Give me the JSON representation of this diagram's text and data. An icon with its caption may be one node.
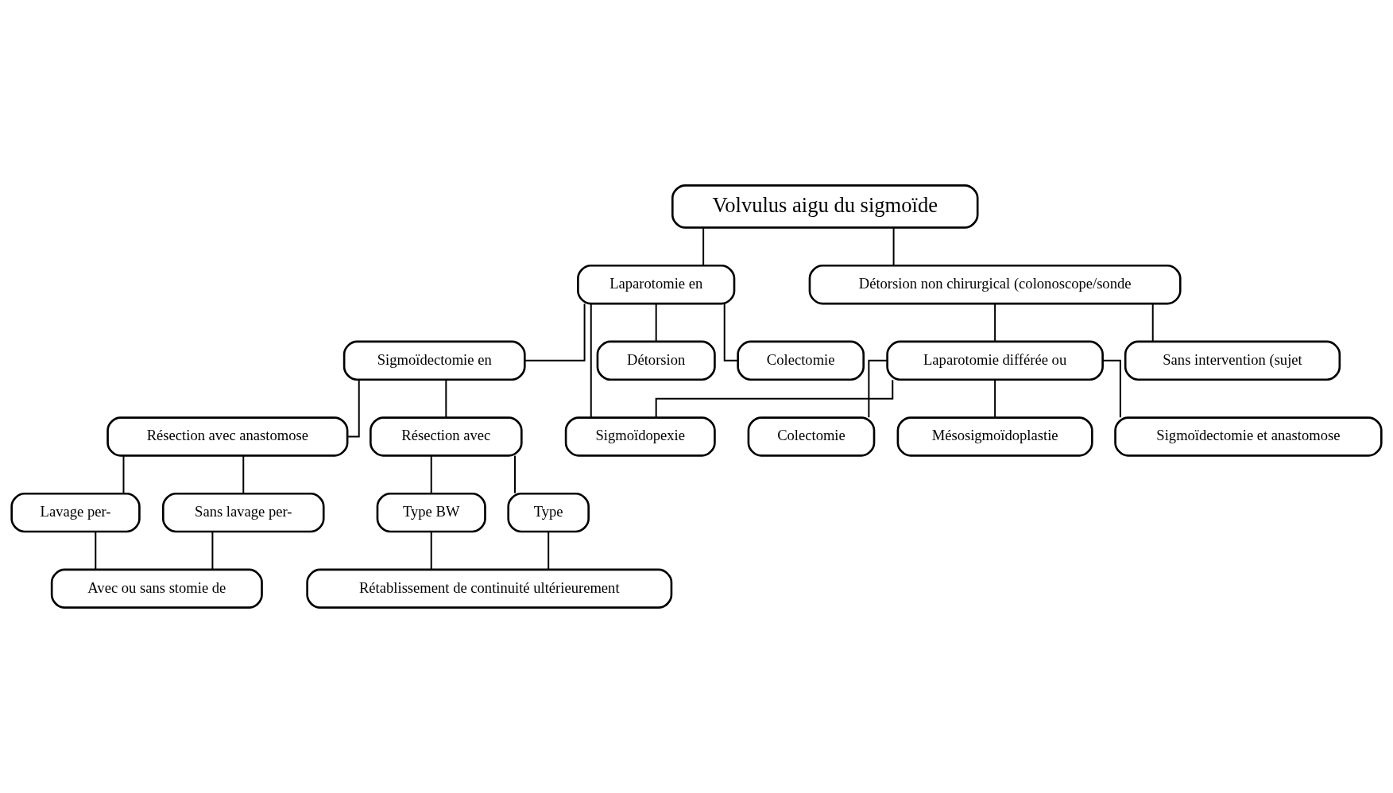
{
  "diagram": {
    "nodes": [
      {
        "text": [
          "Volvulus aigu du sigmoïde"
        ]
      },
      {
        "text": [
          "Laparotomie en"
        ]
      },
      {
        "text": [
          "Détorsion non chirurgical (colonoscope/sonde"
        ]
      },
      {
        "text": [
          "Détorsion"
        ]
      },
      {
        "text": [
          "Colectomie"
        ]
      },
      {
        "text": [
          "Sigmoïdopexie"
        ]
      },
      {
        "text": [
          "Sigmoïdectomie en"
        ]
      },
      {
        "text": [
          "Laparotomie différée ou"
        ]
      },
      {
        "text": [
          "Sans intervention (sujet"
        ]
      },
      {
        "text": [
          "Colectomie"
        ]
      },
      {
        "text": [
          "Mésosigmoïdoplastie"
        ]
      },
      {
        "text": [
          "Sigmoïdectomie et anastomose"
        ]
      },
      {
        "text": [
          "Résection avec"
        ]
      },
      {
        "text": [
          "Résection avec anastomose"
        ]
      },
      {
        "text": [
          "Type BW"
        ]
      },
      {
        "text": [
          "Type"
        ]
      },
      {
        "text": [
          "Lavage per-"
        ]
      },
      {
        "text": [
          "Sans lavage per-"
        ]
      },
      {
        "text": [
          "Rétablissement de continuité ultérieurement"
        ]
      },
      {
        "text": [
          "Avec ou sans stomie de"
        ]
      }
    ],
    "edges": [
      {
        "from": 0,
        "to": 1,
        "arrow": "none"
      },
      {
        "from": 0,
        "to": 2,
        "arrow": "none"
      },
      {
        "from": 1,
        "to": 3,
        "arrow": "none"
      },
      {
        "from": 1,
        "to": 6,
        "arrow": "none"
      },
      {
        "from": 1,
        "to": 4,
        "arrow": "none"
      },
      {
        "from": 1,
        "to": 5,
        "arrow": "none"
      },
      {
        "from": 2,
        "to": 7,
        "arrow": "none"
      },
      {
        "from": 2,
        "to": 8,
        "arrow": "none"
      },
      {
        "from": 7,
        "to": 5,
        "arrow": "none"
      },
      {
        "from": 7,
        "to": 9,
        "arrow": "none"
      },
      {
        "from": 7,
        "to": 10,
        "arrow": "none"
      },
      {
        "from": 7,
        "to": 11,
        "arrow": "none"
      },
      {
        "from": 6,
        "to": 12,
        "arrow": "none"
      },
      {
        "from": 6,
        "to": 13,
        "arrow": "none"
      },
      {
        "from": 12,
        "to": 14,
        "arrow": "none"
      },
      {
        "from": 12,
        "to": 15,
        "arrow": "none"
      },
      {
        "from": 13,
        "to": 16,
        "arrow": "none"
      },
      {
        "from": 13,
        "to": 17,
        "arrow": "none"
      },
      {
        "from": 14,
        "to": 18,
        "arrow": "none"
      },
      {
        "from": 15,
        "to": 18,
        "arrow": "none"
      },
      {
        "from": 16,
        "to": 19,
        "arrow": "none"
      },
      {
        "from": 17,
        "to": 19,
        "arrow": "none"
      }
    ]
  }
}
